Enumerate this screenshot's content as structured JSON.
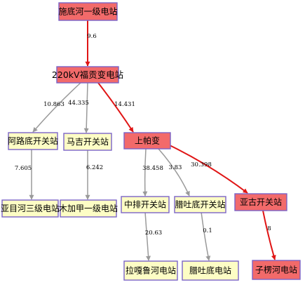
{
  "nodes": {
    "shidihe": {
      "label": "施底河一级电站",
      "type": "red"
    },
    "fugong": {
      "label": "220kV福贡变电站",
      "type": "red"
    },
    "alu": {
      "label": "阿路底开关站",
      "type": "yellow"
    },
    "maji": {
      "label": "马吉开关站",
      "type": "yellow"
    },
    "shangpa": {
      "label": "上帕变",
      "type": "red"
    },
    "yamu": {
      "label": "亚目河三级电站",
      "type": "yellow"
    },
    "mujia": {
      "label": "木加甲一级电站",
      "type": "yellow"
    },
    "zhongpai": {
      "label": "中排开关站",
      "type": "yellow"
    },
    "latu": {
      "label": "腊吐底开关站",
      "type": "yellow"
    },
    "yagu": {
      "label": "亚古开关站",
      "type": "red"
    },
    "lagalu": {
      "label": "拉嘎鲁河电站",
      "type": "yellow"
    },
    "latudi_station": {
      "label": "腊吐底电站",
      "type": "yellow"
    },
    "zilao": {
      "label": "子楞河电站",
      "type": "red"
    }
  },
  "edges": [
    {
      "from": "shidihe",
      "to": "fugong",
      "label": "9.6",
      "highlight": true
    },
    {
      "from": "fugong",
      "to": "alu",
      "label": "10.863",
      "highlight": false
    },
    {
      "from": "fugong",
      "to": "maji",
      "label": "44.335",
      "highlight": false
    },
    {
      "from": "fugong",
      "to": "shangpa",
      "label": "14.431",
      "highlight": true
    },
    {
      "from": "alu",
      "to": "yamu",
      "label": "7.605",
      "highlight": false
    },
    {
      "from": "maji",
      "to": "mujia",
      "label": "6.242",
      "highlight": false
    },
    {
      "from": "shangpa",
      "to": "zhongpai",
      "label": "38.458",
      "highlight": false
    },
    {
      "from": "shangpa",
      "to": "latu",
      "label": "3.83",
      "highlight": false
    },
    {
      "from": "shangpa",
      "to": "yagu",
      "label": "30.398",
      "highlight": true
    },
    {
      "from": "zhongpai",
      "to": "lagalu",
      "label": "20.63",
      "highlight": false
    },
    {
      "from": "latu",
      "to": "latudi_station",
      "label": "0.1",
      "highlight": false
    },
    {
      "from": "yagu",
      "to": "zilao",
      "label": "8",
      "highlight": true
    }
  ],
  "colors": {
    "highlight_node": "#f26a6a",
    "normal_node": "#fdfdc5",
    "node_border": "#7a63c7",
    "highlight_edge": "#e01515",
    "normal_edge": "#9a9a9a"
  }
}
